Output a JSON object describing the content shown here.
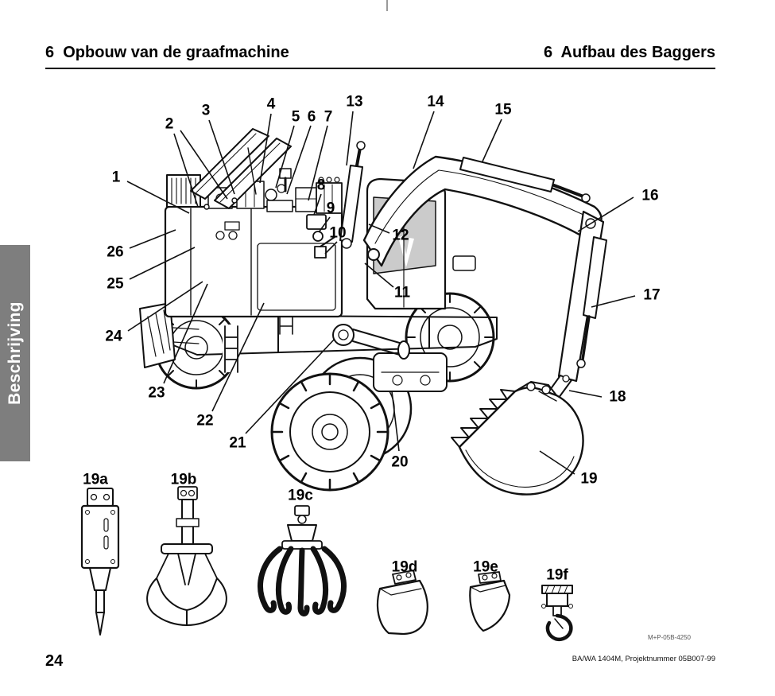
{
  "header": {
    "title_left": "6  Opbouw van de graafmachine",
    "title_right": "6  Aufbau des Baggers"
  },
  "sidebar": {
    "label": "Beschrijving"
  },
  "diagram": {
    "callouts": [
      {
        "label": "1"
      },
      {
        "label": "2"
      },
      {
        "label": "3"
      },
      {
        "label": "4"
      },
      {
        "label": "5"
      },
      {
        "label": "6"
      },
      {
        "label": "7"
      },
      {
        "label": "8"
      },
      {
        "label": "9"
      },
      {
        "label": "10"
      },
      {
        "label": "11"
      },
      {
        "label": "12"
      },
      {
        "label": "13"
      },
      {
        "label": "14"
      },
      {
        "label": "15"
      },
      {
        "label": "16"
      },
      {
        "label": "17"
      },
      {
        "label": "18"
      },
      {
        "label": "19"
      },
      {
        "label": "20"
      },
      {
        "label": "21"
      },
      {
        "label": "22"
      },
      {
        "label": "23"
      },
      {
        "label": "24"
      },
      {
        "label": "25"
      },
      {
        "label": "26"
      }
    ],
    "attachments": [
      {
        "label": "19a",
        "icon": "hydraulic-hammer-icon"
      },
      {
        "label": "19b",
        "icon": "clamshell-grab-icon"
      },
      {
        "label": "19c",
        "icon": "orange-peel-grapple-icon"
      },
      {
        "label": "19d",
        "icon": "ditch-bucket-icon"
      },
      {
        "label": "19e",
        "icon": "digging-bucket-icon"
      },
      {
        "label": "19f",
        "icon": "lifting-hook-icon"
      }
    ]
  },
  "footer": {
    "figure_code": "M+P-05B-4250",
    "doc_ref": "BA/WA 1404M, Projektnummer 05B007-99",
    "page_number": "24"
  }
}
